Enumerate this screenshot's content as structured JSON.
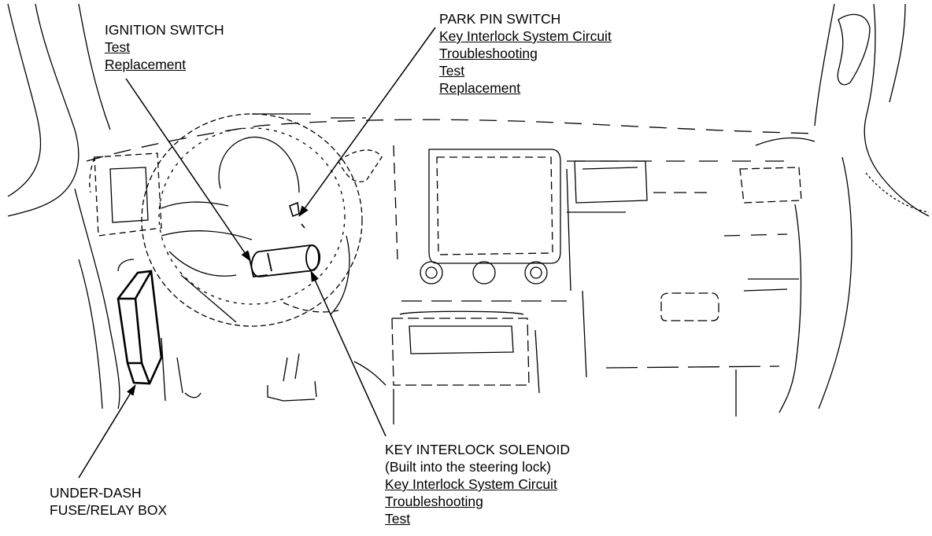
{
  "callouts": {
    "ignition_switch": {
      "title": "IGNITION SWITCH",
      "links": [
        "Test",
        "Replacement"
      ]
    },
    "park_pin_switch": {
      "title": "PARK PIN SWITCH",
      "links": [
        "Key Interlock System Circuit",
        "Troubleshooting",
        "Test",
        "Replacement"
      ]
    },
    "key_interlock_solenoid": {
      "title": "KEY INTERLOCK SOLENOID",
      "subtitle": "(Built into the steering lock)",
      "links": [
        "Key Interlock System Circuit",
        "Troubleshooting",
        "Test"
      ]
    },
    "under_dash_fuse_box": {
      "title_line1": "UNDER-DASH",
      "title_line2": "FUSE/RELAY BOX"
    }
  },
  "colors": {
    "line": "#000000",
    "background": "#ffffff"
  }
}
